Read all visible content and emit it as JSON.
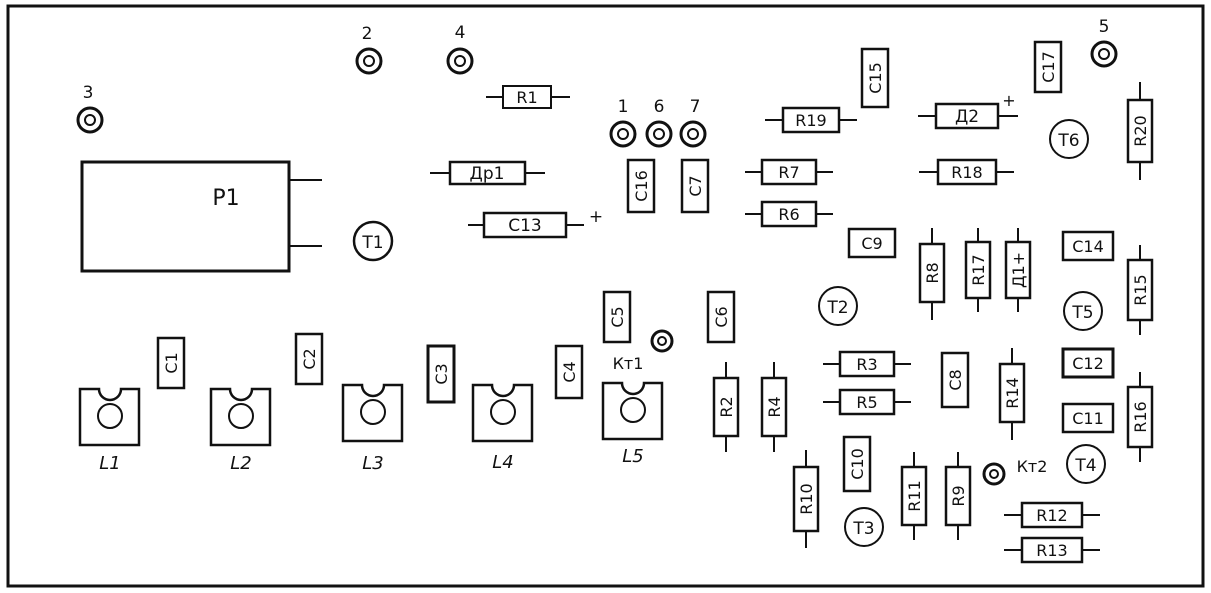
{
  "pads": [
    {
      "id": "pad-1",
      "label": "1"
    },
    {
      "id": "pad-2",
      "label": "2"
    },
    {
      "id": "pad-3",
      "label": "3"
    },
    {
      "id": "pad-4",
      "label": "4"
    },
    {
      "id": "pad-5",
      "label": "5"
    },
    {
      "id": "pad-6",
      "label": "6"
    },
    {
      "id": "pad-7",
      "label": "7"
    },
    {
      "id": "pad-kt1",
      "label": "Кт1"
    },
    {
      "id": "pad-kt2",
      "label": "Кт2"
    }
  ],
  "resistors_h": [
    "R1",
    "Др1",
    "С13",
    "R19",
    "Д2",
    "R7",
    "R6",
    "R18",
    "R3",
    "R5",
    "R12",
    "R13"
  ],
  "resistors_v": [
    "R20",
    "R8",
    "R17",
    "Д1+",
    "R15",
    "R2",
    "R4",
    "R14",
    "R16",
    "R10",
    "R11",
    "R9"
  ],
  "capacitors_v": [
    "С15",
    "С17",
    "С16",
    "С7",
    "С5",
    "С6",
    "С1",
    "С2",
    "С3",
    "С4",
    "С8",
    "С10"
  ],
  "capacitors_h": [
    "С9",
    "С14",
    "С12",
    "С11"
  ],
  "transistors": [
    "Т1",
    "Т2",
    "Т3",
    "Т4",
    "Т5",
    "Т6"
  ],
  "coils": [
    "L1",
    "L2",
    "L3",
    "L4",
    "L5"
  ],
  "relay": "Р1",
  "polarity_mark": "+"
}
